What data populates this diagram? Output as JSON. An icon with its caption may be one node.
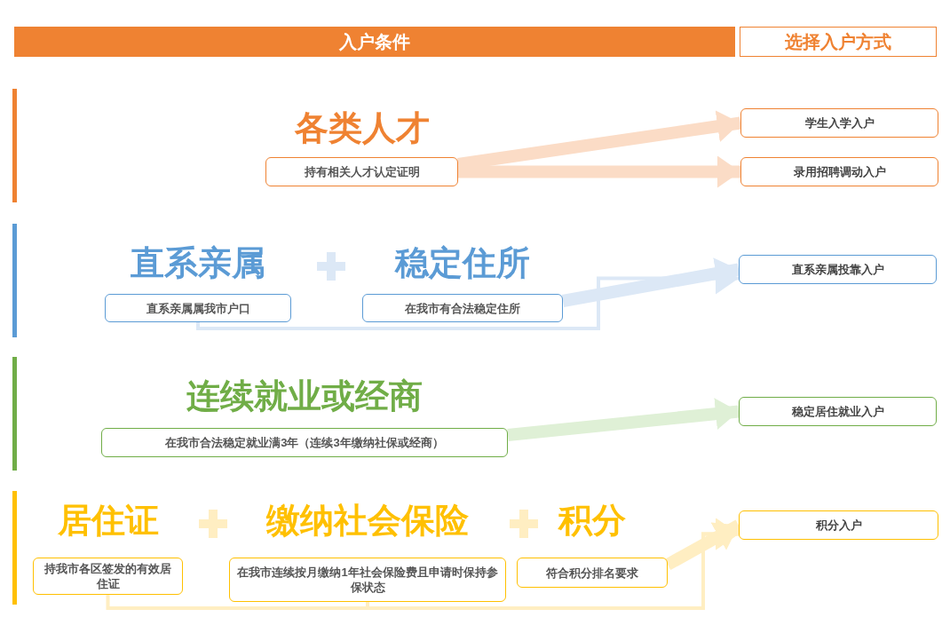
{
  "diagram": {
    "nodes": [
      {
        "text": [
          "入户条件"
        ]
      },
      {
        "text": [
          "选择入户方式"
        ]
      },
      {
        "text": [
          "各类人才",
          "持有相关人才认定证明"
        ]
      },
      {
        "text": [
          "学生入学入户"
        ]
      },
      {
        "text": [
          "录用招聘调动入户"
        ]
      },
      {
        "text": [
          "直系亲属",
          "直系亲属属我市户口"
        ]
      },
      {
        "text": [
          "稳定住所",
          "在我市有合法稳定住所"
        ]
      },
      {
        "text": [
          "直系亲属投靠入户"
        ]
      },
      {
        "text": [
          "连续就业或经商",
          "在我市合法稳定就业满3年（连续3年缴纳社保或经商）"
        ]
      },
      {
        "text": [
          "稳定居住就业入户"
        ]
      },
      {
        "text": [
          "居住证",
          "持我市各区签发的有效居住证"
        ]
      },
      {
        "text": [
          "缴纳社会保险",
          "在我市连续按月缴纳1年社会保险费且申请时保持参保状态"
        ]
      },
      {
        "text": [
          "积分",
          "符合积分排名要求"
        ]
      },
      {
        "text": [
          "积分入户"
        ]
      }
    ],
    "edges": [
      {
        "from": 2,
        "to": 3,
        "arrow": "to",
        "color": "#fbdcc6"
      },
      {
        "from": 2,
        "to": 4,
        "arrow": "to",
        "color": "#fbdcc6"
      },
      {
        "from": 5,
        "to": 7,
        "arrow": "to",
        "color": "#dce8f6"
      },
      {
        "from": 6,
        "to": 7,
        "arrow": "to",
        "color": "#dce8f6"
      },
      {
        "from": 8,
        "to": 9,
        "arrow": "to",
        "color": "#dff0d6"
      },
      {
        "from": 10,
        "to": 13,
        "arrow": "to",
        "color": "#ffeec2"
      },
      {
        "from": 11,
        "to": 13,
        "arrow": "to",
        "color": "#ffeec2"
      },
      {
        "from": 12,
        "to": 13,
        "arrow": "to",
        "color": "#ffeec2"
      }
    ]
  }
}
